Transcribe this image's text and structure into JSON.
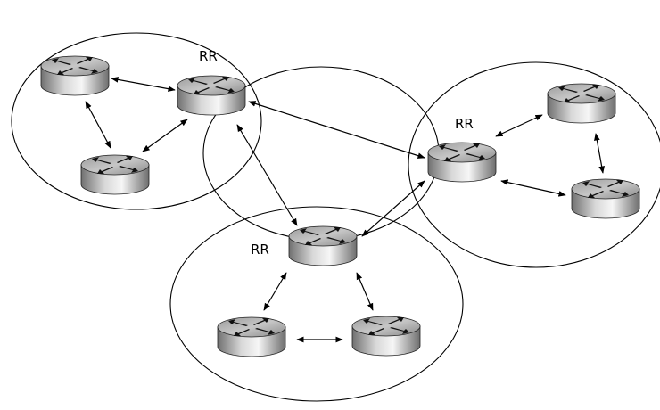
{
  "labels": {
    "rr_left": "RR",
    "rr_right": "RR",
    "rr_bottom": "RR"
  },
  "colors": {
    "stroke": "#000000",
    "background": "#ffffff",
    "router_light": "#f4f4f4",
    "router_mid": "#b9b9b9",
    "router_dark": "#6f6f6f"
  },
  "icons": [
    "router-icon",
    "bidirectional-arrow"
  ]
}
